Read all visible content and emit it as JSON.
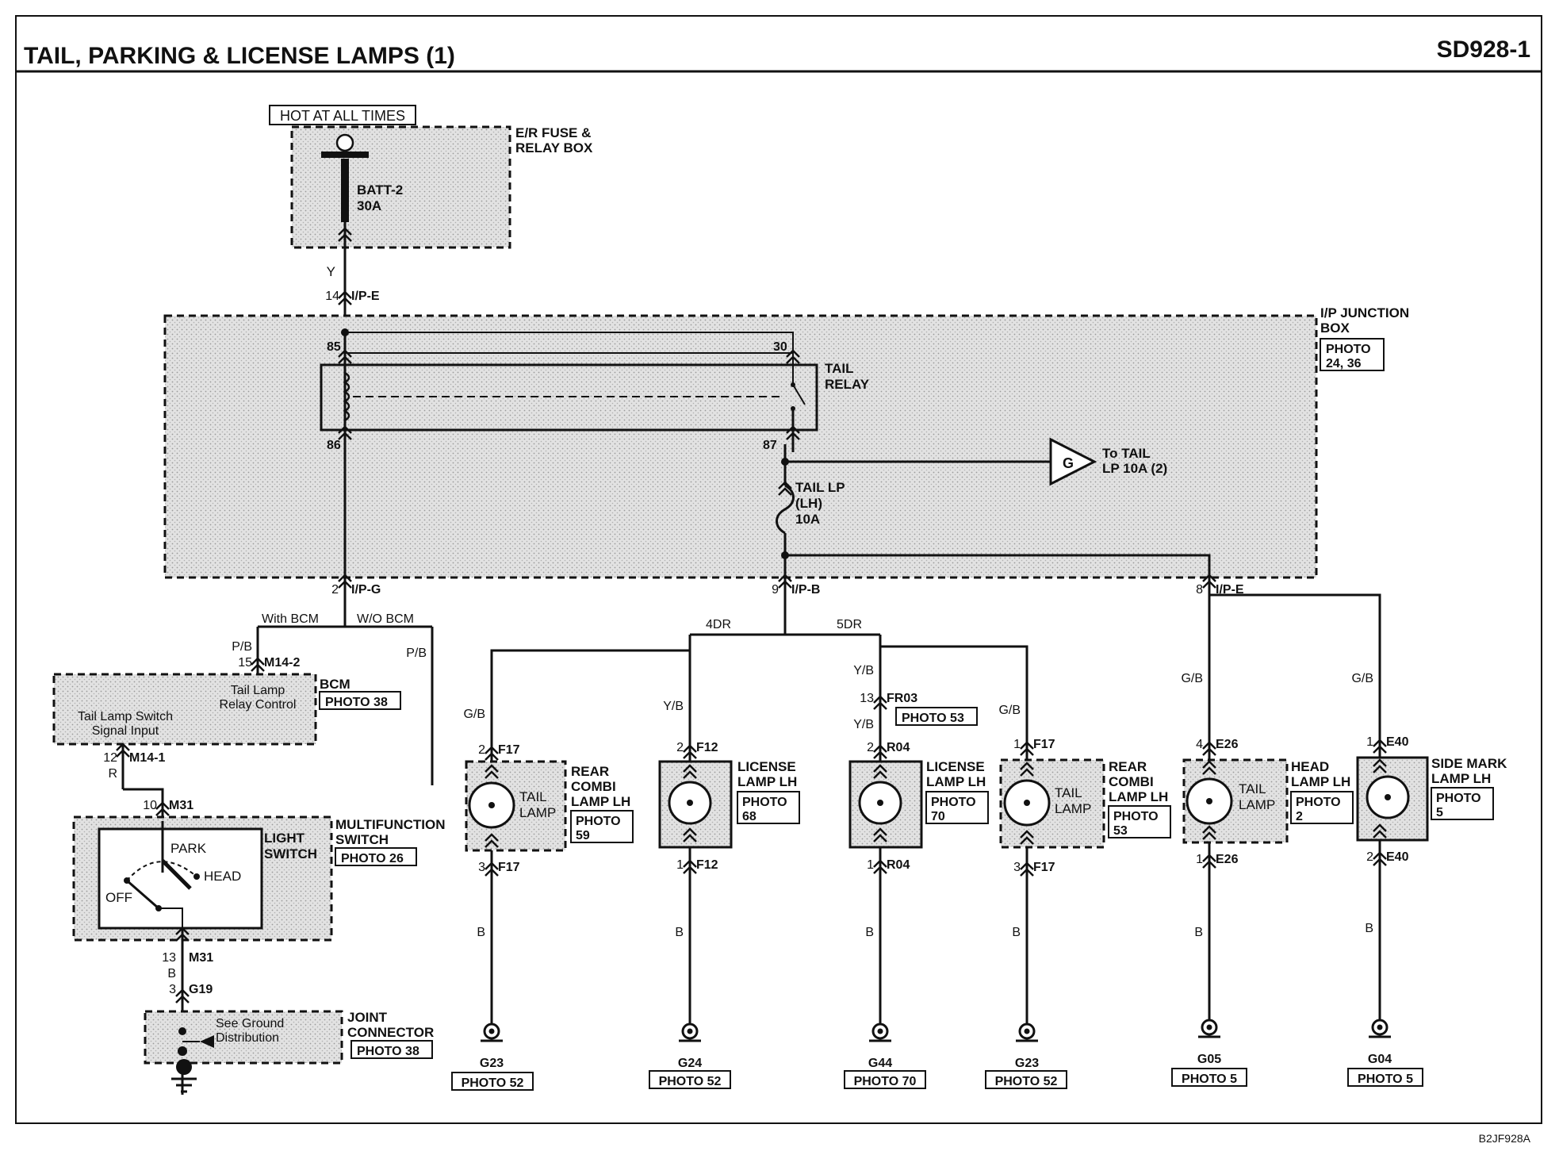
{
  "header": {
    "title": "TAIL, PARKING & LICENSE LAMPS (1)",
    "code": "SD928-1"
  },
  "footer": {
    "ref": "B2JF928A"
  },
  "power": {
    "hot_label": "HOT AT ALL TIMES",
    "fuse_box_1": "E/R FUSE &",
    "fuse_box_2": "RELAY BOX",
    "fuse_1": "BATT-2",
    "fuse_2": "30A",
    "wire": "Y",
    "pin": "14",
    "conn": "I/P-E"
  },
  "junction": {
    "name_1": "I/P JUNCTION",
    "name_2": "BOX",
    "photo_1": "PHOTO",
    "photo_2": "24, 36",
    "relay_1": "TAIL",
    "relay_2": "RELAY",
    "pin85": "85",
    "pin30": "30",
    "pin86": "86",
    "pin87": "87",
    "fuse_1": "TAIL LP",
    "fuse_2": "(LH)",
    "fuse_3": "10A",
    "offpage_letter": "G",
    "offpage_1": "To TAIL",
    "offpage_2": "LP 10A (2)",
    "pin2": "2",
    "conn_g": "I/P-G",
    "pin9": "9",
    "conn_b": "I/P-B",
    "pin8": "8",
    "conn_e": "I/P-E"
  },
  "bcm_branch": {
    "with": "With BCM",
    "without": "W/O BCM",
    "wire_pb_left": "P/B",
    "wire_pb_right": "P/B",
    "pin15": "15",
    "conn_m142": "M14-2",
    "bcm": "BCM",
    "photo": "PHOTO 38",
    "relay_ctl_1": "Tail Lamp",
    "relay_ctl_2": "Relay Control",
    "sig_1": "Tail Lamp Switch",
    "sig_2": "Signal Input",
    "pin12": "12",
    "conn_m141": "M14-1",
    "wire_r": "R"
  },
  "switch": {
    "pin10": "10",
    "conn_top": "M31",
    "name_1": "MULTIFUNCTION",
    "name_2": "SWITCH",
    "photo": "PHOTO 26",
    "light_1": "LIGHT",
    "light_2": "SWITCH",
    "park": "PARK",
    "head": "HEAD",
    "off": "OFF",
    "pin13": "13",
    "conn_bot": "M31",
    "wire_b": "B",
    "pin3": "3",
    "conn_g19": "G19"
  },
  "joint": {
    "name_1": "JOINT",
    "name_2": "CONNECTOR",
    "photo": "PHOTO 38",
    "note_1": "See Ground",
    "note_2": "Distribution"
  },
  "splits": {
    "four_dr": "4DR",
    "five_dr": "5DR"
  },
  "fr03": {
    "wire_top": "Y/B",
    "pin": "13",
    "conn": "FR03",
    "photo": "PHOTO 53",
    "wire_bot": "Y/B"
  },
  "lamps": [
    {
      "wire_top": "G/B",
      "pin_top": "2",
      "conn_top": "F17",
      "inner_1": "TAIL",
      "inner_2": "LAMP",
      "name_1": "REAR",
      "name_2": "COMBI",
      "name_3": "LAMP LH",
      "photo_1": "PHOTO",
      "photo_2": "59",
      "pin_bot": "3",
      "conn_bot": "F17",
      "wire_bot": "B",
      "ground": "G23",
      "ground_photo": "PHOTO 52"
    },
    {
      "wire_top": "Y/B",
      "pin_top": "2",
      "conn_top": "F12",
      "inner_1": "",
      "inner_2": "",
      "name_1": "LICENSE",
      "name_2": "LAMP LH",
      "name_3": "",
      "photo_1": "PHOTO",
      "photo_2": "68",
      "pin_bot": "1",
      "conn_bot": "F12",
      "wire_bot": "B",
      "ground": "G24",
      "ground_photo": "PHOTO 52"
    },
    {
      "wire_top": "",
      "pin_top": "2",
      "conn_top": "R04",
      "inner_1": "",
      "inner_2": "",
      "name_1": "LICENSE",
      "name_2": "LAMP LH",
      "name_3": "",
      "photo_1": "PHOTO",
      "photo_2": "70",
      "pin_bot": "1",
      "conn_bot": "R04",
      "wire_bot": "B",
      "ground": "G44",
      "ground_photo": "PHOTO 70"
    },
    {
      "wire_top": "G/B",
      "pin_top": "1",
      "conn_top": "F17",
      "inner_1": "TAIL",
      "inner_2": "LAMP",
      "name_1": "REAR",
      "name_2": "COMBI",
      "name_3": "LAMP LH",
      "photo_1": "PHOTO",
      "photo_2": "53",
      "pin_bot": "3",
      "conn_bot": "F17",
      "wire_bot": "B",
      "ground": "G23",
      "ground_photo": "PHOTO 52"
    },
    {
      "wire_top": "G/B",
      "pin_top": "4",
      "conn_top": "E26",
      "inner_1": "TAIL",
      "inner_2": "LAMP",
      "name_1": "HEAD",
      "name_2": "LAMP LH",
      "name_3": "",
      "photo_1": "PHOTO",
      "photo_2": "2",
      "pin_bot": "1",
      "conn_bot": "E26",
      "wire_bot": "B",
      "ground": "G05",
      "ground_photo": "PHOTO 5"
    },
    {
      "wire_top": "G/B",
      "pin_top": "1",
      "conn_top": "E40",
      "inner_1": "",
      "inner_2": "",
      "name_1": "SIDE MARK",
      "name_2": "LAMP LH",
      "name_3": "",
      "photo_1": "PHOTO",
      "photo_2": "5",
      "pin_bot": "2",
      "conn_bot": "E40",
      "wire_bot": "B",
      "ground": "G04",
      "ground_photo": "PHOTO 5"
    }
  ]
}
